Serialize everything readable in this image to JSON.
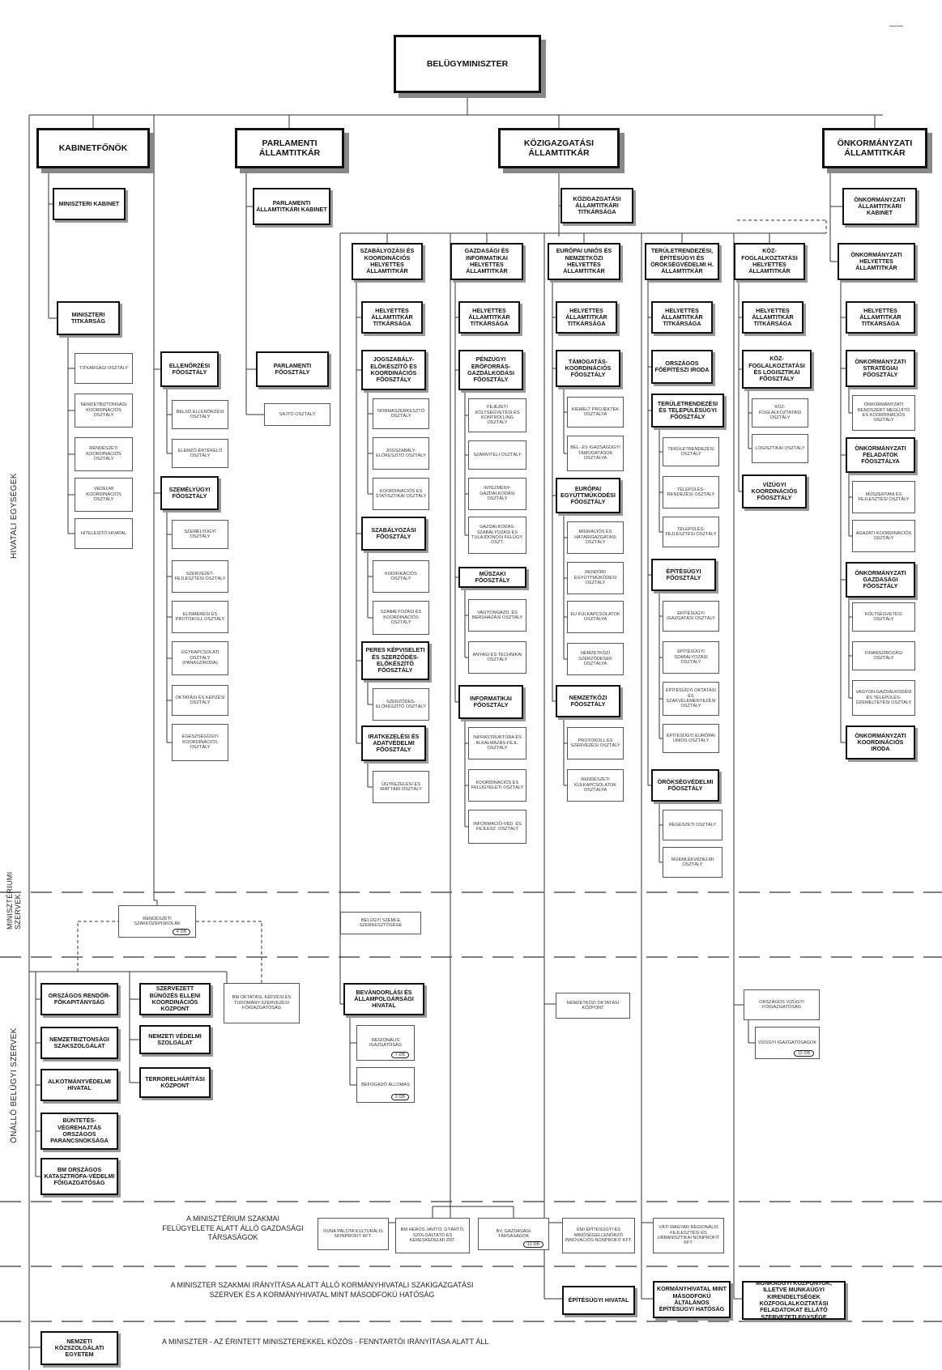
{
  "top": {
    "title": "BELÜGYMINISZTER",
    "corner_mark": "▪▪▪▪▪▪▪▪"
  },
  "column_heads": {
    "kabinet": "KABINETFŐNÖK",
    "parlamenti": "PARLAMENTI ÁLLAMTITKÁR",
    "kozigazgatasi": "KÖZIGAZGATÁSI ÁLLAMTITKÁR",
    "onkormanyzati": "ÖNKORMÁNYZATI ÁLLAMTITKÁR"
  },
  "sections": {
    "hivatali": "HIVATALI EGYSÉGEK",
    "miniszteriumi": "MINISZTÉRIUMI SZERVEK",
    "onallo": "ÖNÁLLÓ BELÜGYI SZERVEK"
  },
  "boxes": {
    "ka0": "MINISZTERI KABINET",
    "ka1": "MINISZTERI TITKÁRSÁG",
    "ka2": "TITKÁRSÁGI OSZTÁLY",
    "ka3": "NEMZETBIZTONSÁGI KOORDINÁCIÓS OSZTÁLY",
    "ka4": "RENDÉSZETI KOORDINÁCIÓS OSZTÁLY",
    "ka5": "VÉDELMI KOORDINÁCIÓS OSZTÁLY",
    "ka6": "HITELESÍTŐ HIVATAL",
    "pa0": "PARLAMENTI ÁLLAMTITKÁRI KABINET",
    "pa1": "PARLAMENTI FŐOSZTÁLY",
    "pa2": "SAJTÓ OSZTÁLY",
    "el0": "ELLENŐRZÉSI FŐOSZTÁLY",
    "el1": "BELSŐ ELLENŐRZÉSI OSZTÁLY",
    "el2": "ELEMZŐ-ÉRTÉKELŐ OSZTÁLY",
    "sz0": "SZEMÉLYÜGYI FŐOSZTÁLY",
    "sz1": "SZEMÉLYÜGYI OSZTÁLY",
    "sz2": "SZERVEZET-FEJLESZTÉSI OSZTÁLY",
    "sz3": "ELISMERÉSI ÉS PROTOKOLL OSZTÁLY",
    "sz4": "ÜGYKAPCSOLATI OSZTÁLY (PANASZIRODA)",
    "sz5": "OKTATÁSI ÉS KÉPZÉSI OSZTÁLY",
    "sz6": "EGÉSZSÉGÜGYI KOORDINÁCIÓS OSZTÁLY",
    "kt0": "KÖZIGAZGATÁSI ÁLLAMTITKÁRI TITKÁRSÁGA",
    "c1h": "SZABÁLYOZÁSI ÉS KOORDINÁCIÓS HELYETTES ÁLLAMTITKÁR",
    "c1a": "HELYETTES ÁLLAMTITKÁR TITKÁRSÁGA",
    "c1b": "JOGSZABÁLY-ELŐKÉSZÍTŐ ÉS KOORDINÁCIÓS FŐOSZTÁLY",
    "c1c": "NORMASZERKESZTŐ OSZTÁLY",
    "c1d": "JOGSZABÁLY-ELŐKÉSZÍTŐ OSZTÁLY",
    "c1e": "KOORDINÁCIÓS ÉS STATISZTIKAI OSZTÁLY",
    "c1f": "SZABÁLYOZÁSI FŐOSZTÁLY",
    "c1g": "KODIFIKÁCIÓS OSZTÁLY",
    "c1i": "SZABÁLYOZÁSI ÉS KOORDINÁCIÓS OSZTÁLY",
    "c1j": "PERES KÉPVISELETI ÉS SZERZŐDÉS-ELŐKÉSZÍTŐ FŐOSZTÁLY",
    "c1k": "SZERZŐDÉS-ELŐKÉSZÍTŐ OSZTÁLY",
    "c1l": "IRATKEZELÉSI ÉS ADATVÉDELMI FŐOSZTÁLY",
    "c1m": "ÜGYKEZELÉSI ÉS IRATTÁRI OSZTÁLY",
    "c2h": "GAZDASÁGI ÉS INFORMATIKAI HELYETTES ÁLLAMTITKÁR",
    "c2a": "HELYETTES ÁLLAMTITKÁR TITKÁRSÁGA",
    "c2b": "PÉNZÜGYI ERŐFORRÁS-GAZDÁLKODÁSI FŐOSZTÁLY",
    "c2c": "FEJEZETI KÖLTSÉGVETÉSI ÉS KONTROLLING OSZTÁLY",
    "c2d": "SZÁMVITELI OSZTÁLY",
    "c2e": "INTÉZMÉNY-GAZDÁLKODÁSI OSZTÁLY",
    "c2f": "GAZDÁLKODÁS-SZABÁLYOZÁSI ÉS TULAJDONOSI FELÜGY. OSZT.",
    "c2g": "MŰSZAKI FŐOSZTÁLY",
    "c2i": "VAGYONGAZD. ÉS BERUHÁZÁSI OSZTÁLY",
    "c2j": "ANYAGI ÉS TECHNIKAI OSZTÁLY",
    "c2k": "INFORMATIKAI FŐOSZTÁLY",
    "c2l": "INFRASTRUKTÚRA ÉS ALKALMAZÁS-FEJL. OSZTÁLY",
    "c2m": "KOORDINÁCIÓS ÉS FELÜGYELETI OSZTÁLY",
    "c2n": "INFORMÁCIÓ-VÉD. ÉS FEJLESZ. OSZTÁLY",
    "c3h": "EURÓPAI UNIÓS ÉS NEMZETKÖZI HELYETTES ÁLLAMTITKÁR",
    "c3a": "HELYETTES ÁLLAMTITKÁR TITKÁRSÁGA",
    "c3b": "TÁMOGATÁS-KOORDINÁCIÓS FŐOSZTÁLY",
    "c3c": "KIEMELT PROJEKTEK OSZTÁLYA",
    "c3d": "BEL- ÉS IGAZSÁGÜGYI TÁMOGATÁSOK OSZTÁLYA",
    "c3e": "EURÓPAI EGYÜTTMŰKÖDÉSI FŐOSZTÁLY",
    "c3f": "MIGRÁCIÓS ÉS HATÁRIGAZGATÁSI OSZTÁLY",
    "c3g": "RENDŐRI EGYÜTTMŰKÖDÉSI OSZTÁLY",
    "c3i": "EU KÜLKAPCSOLATOK OSZTÁLYA",
    "c3j": "NEMZETKÖZI SZERZŐDÉSEK OSZTÁLYA",
    "c3k": "NEMZETKÖZI FŐOSZTÁLY",
    "c3l": "PROTOKOLL ÉS SZERVEZÉSI OSZTÁLY",
    "c3m": "RENDÉSZETI KÜLKAPCSOLATOK OSZTÁLYA",
    "c4h": "TERÜLETRENDEZÉSI, ÉPÍTÉSÜGYI ÉS ÖRÖKSÉGVÉDELMI H. ÁLLAMTITKÁR",
    "c4a": "HELYETTES ÁLLAMTITKÁR TITKÁRSÁGA",
    "c4b": "ORSZÁGOS FŐÉPÍTÉSZI IRODA",
    "c4c": "TERÜLETRENDEZÉSI ÉS TELEPÜLÉSÜGYI FŐOSZTÁLY",
    "c4d": "TERÜLETRENDEZÉSI OSZTÁLY",
    "c4e": "TELEPÜLÉS-RENDEZÉSI OSZTÁLY",
    "c4f": "TELEPÜLÉS-FEJLESZTÉSI OSZTÁLY",
    "c4g": "ÉPÍTÉSÜGYI FŐOSZTÁLY",
    "c4i": "ÉPÍTÉSÜGYI IGAZGATÁSI OSZTÁLY",
    "c4j": "ÉPÍTÉSÜGYI SZABÁLYOZÁSI OSZTÁLY",
    "c4k": "ÉPÍTÉSÜGYI OKTATÁSI ÉS SZAKVÉLEMÉNYEZÉSI OSZTÁLY",
    "c4l": "ÉPÍTÉSÜGYI EURÓPAI UNIÓS OSZTÁLY",
    "c4m": "ÖRÖKSÉGVÉDELMI FŐOSZTÁLY",
    "c4n": "RÉGÉSZETI OSZTÁLY",
    "c4o": "MŰEMLÉKVÉDELMI OSZTÁLY",
    "c5h": "KÖZ-FOGLALKOZTATÁSI HELYETTES ÁLLAMTITKÁR",
    "c5a": "HELYETTES ÁLLAMTITKÁR TITKÁRSÁGA",
    "c5b": "KÖZ-FOGLALKOZTATÁSI ÉS LOGISZTIKAI FŐOSZTÁLY",
    "c5c": "KÖZ-FOGLALKOZTATÁSI OSZTÁLY",
    "c5d": "LOGISZTIKAI OSZTÁLY",
    "c5e": "VÍZÜGYI KOORDINÁCIÓS FŐOSZTÁLY",
    "on0": "ÖNKORMÁNYZATI ÁLLAMTITKÁRI KABINET",
    "on1": "ÖNKORMÁNYZATI HELYETTES ÁLLAMTITKÁR",
    "on2": "HELYETTES ÁLLAMTITKÁR TITKÁRSÁGA",
    "on3": "ÖNKORMÁNYZATI STRATÉGIAI FŐOSZTÁLY",
    "on4": "ÖNKORMÁNYZATI RENDSZERT MEGÚJÍTÓ ÉS KOORDINÁCIÓS OSZTÁLY",
    "on5": "ÖNKORMÁNYZATI FELADATOK FŐOSZTÁLYA",
    "on6": "MŰSZERTANI ÉS FEJLESZTÉSI OSZTÁLY",
    "on7": "ÁGAZATI KOORDINÁCIÓS OSZTÁLY",
    "on8": "ÖNKORMÁNYZATI GAZDASÁGI FŐOSZTÁLY",
    "on9": "KÖLTSÉGVETÉSI OSZTÁLY",
    "on10": "FINANSZÍROZÁSI OSZTÁLY",
    "on11": "VAGYON-GAZDÁLKODÁSI ÉS TELEPÜLÉS-ÜZEMELTETÉSI OSZTÁLY",
    "on12": "ÖNKORMÁNYZATI KOORDINÁCIÓS IRODA",
    "mi1": "RENDÉSZETI SZAKKÖZÉPISKOLÁK",
    "mi2": "BELÜGYI SZEMLE SZERKESZTŐSÉGE",
    "oa1": "ORSZÁGOS RENDŐR-FŐKAPITÁNYSÁG",
    "oa2": "NEMZETBIZTONSÁGI SZAKSZOLGÁLAT",
    "oa3": "ALKOTMÁNYVÉDELMI HIVATAL",
    "oa4": "BÜNTETÉS-VÉGREHAJTÁS ORSZÁGOS PARANCSNOKSÁGA",
    "oa5": "BM ORSZÁGOS KATASZTRÓFA-VÉDELMI FŐIGAZGATÓSÁG",
    "ob1": "SZERVEZETT BŰNÖZÉS ELLENI KOORDINÁCIÓS KÖZPONT",
    "ob2": "NEMZETI VÉDELMI SZOLGÁLAT",
    "ob3": "TERRORELHÁRÍTÁSI KÖZPONT",
    "ob4": "BM OKTATÁSI, KÉPZÉSI ÉS TUDOMÁNY-SZERVEZÉSI FŐIGAZGATÓSÁG",
    "oc1": "BEVÁNDORLÁSI ÉS ÁLLAMPOLGÁRSÁGI HIVATAL",
    "oc2": "REGIONÁLIS IGAZGATÓSÁG",
    "oc3": "BEFOGADÓ ÁLLOMÁS",
    "od1": "NEMZETKÖZI OKTATÁSI KÖZPONT",
    "oe1": "ORSZÁGOS VÍZÜGYI FŐIGAZGATÓSÁG",
    "oe2": "VÍZÜGYI IGAZGATÓSÁGOK",
    "g1": "DUNA PALOTA KULTURÁLIS NONPROFIT KFT.",
    "g2": "BM HEROS JAVÍTÓ, GYÁRTÓ, SZOLGÁLTATÓ ÉS KERESKEDELMI ZRT.",
    "g3": "BV. GAZDASÁGI TÁRSASÁGOK",
    "g4": "ÉMI ÉPÍTÉSÜGYI ÉS MINŐSÉGELLENŐRZŐ INNOVÁCIÓS NONPROFIT KFT.",
    "g5": "VÁTI MAGYAR REGIONÁLIS FEJLESZTÉSI ÉS URBANISZTIKAI NONPROFIT KFT.",
    "k1": "ÉPÍTÉSÜGYI HIVATAL",
    "k2": "KORMÁNYHIVATAL MINT MÁSODFOKÚ ÁLTALÁNOS ÉPÍTÉSÜGYI HATÓSÁG",
    "k3": "MUNKAÜGYI KÖZPONTOK, ILLETVE MUNKAÜGYI KIRENDELTSÉGEK KÖZFOGLALKOZTATÁSI FELADATOKAT ELLÁTÓ SZERVEZETI EGYSÉGE",
    "nk": "NEMZETI KÖZSZOLGÁLATI EGYETEM"
  },
  "counts": {
    "mi1": "4 DB",
    "oc2": "7 DB",
    "oc3": "3 DB",
    "oe2": "12 DB",
    "g3": "12 DB"
  },
  "notes": {
    "gazd": "A MINISZTÉRIUM SZAKMAI FELÜGYELETE ALATT ÁLLÓ GAZDASÁGI TÁRSASÁGOK",
    "korm": "A MINISZTER SZAKMAI IRÁNYÍTÁSA ALATT ÁLLÓ KORMÁNYHIVATALI SZAKIGAZGATÁSI SZERVEK ÉS A KORMÁNYHIVATAL MINT MÁSODFOKÚ HATÓSÁG",
    "fenn": "A MINISZTER - AZ ÉRINTETT MINISZTEREKKEL KÖZÖS - FENNTARTÓI IRÁNYÍTÁSA ALATT ÁLL"
  }
}
